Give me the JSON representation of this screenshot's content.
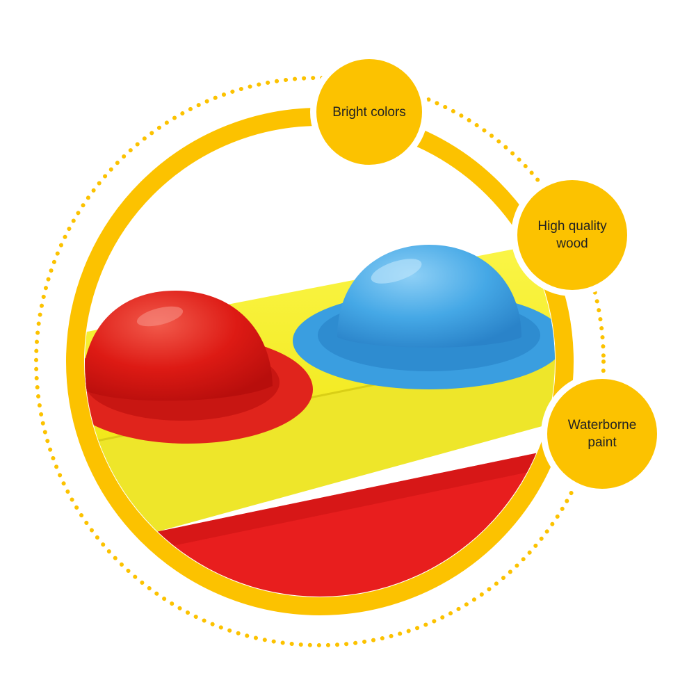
{
  "features": [
    {
      "label": "Bright colors"
    },
    {
      "label": "High quality wood"
    },
    {
      "label": "Waterborne paint"
    }
  ],
  "colors": {
    "accent": "#FCC200",
    "red": "#E31A1A",
    "blue": "#45A8E6",
    "yellow": "#F8F22A",
    "background": "#FFFFFF"
  }
}
